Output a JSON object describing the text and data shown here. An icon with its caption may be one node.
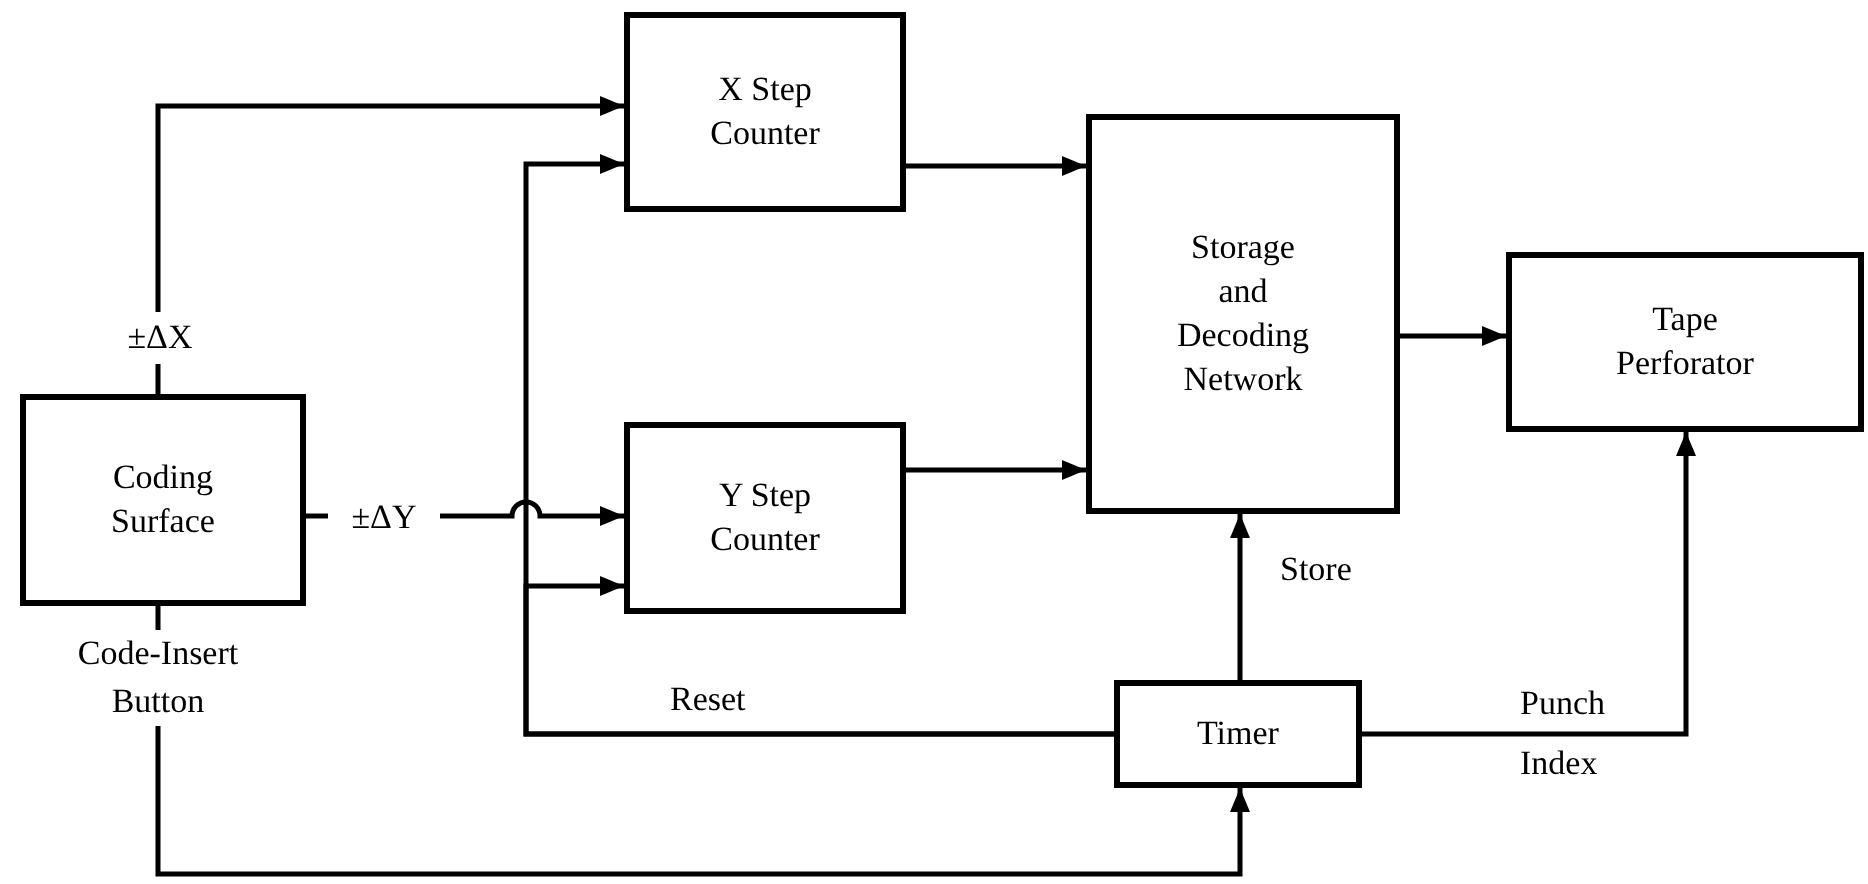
{
  "diagram": {
    "nodes": [
      {
        "text": [
          "X Step Counter"
        ]
      },
      {
        "text": [
          "Storage and Decoding Network"
        ]
      },
      {
        "text": [
          "Tape Perforator"
        ]
      },
      {
        "text": [
          "Coding Surface"
        ]
      },
      {
        "text": [
          "Y Step Counter"
        ]
      },
      {
        "text": [
          "Timer"
        ]
      }
    ],
    "edges": [
      {
        "from": 3,
        "to": 0,
        "arrow": "to",
        "label": "±ΔX"
      },
      {
        "from": 3,
        "to": 4,
        "arrow": "to",
        "label": "±ΔY"
      },
      {
        "from": 5,
        "to": 0,
        "arrow": "to",
        "label": "Reset"
      },
      {
        "from": 5,
        "to": 4,
        "arrow": "to"
      },
      {
        "from": 0,
        "to": 1,
        "arrow": "to"
      },
      {
        "from": 4,
        "to": 1,
        "arrow": "to"
      },
      {
        "from": 1,
        "to": 2,
        "arrow": "to"
      },
      {
        "from": 5,
        "to": 1,
        "arrow": "to",
        "label": "Store"
      },
      {
        "from": 5,
        "to": 2,
        "arrow": "to",
        "label": "Punch Index"
      },
      {
        "from": 3,
        "to": 5,
        "arrow": "to",
        "label": "Code-Insert Button"
      }
    ]
  }
}
